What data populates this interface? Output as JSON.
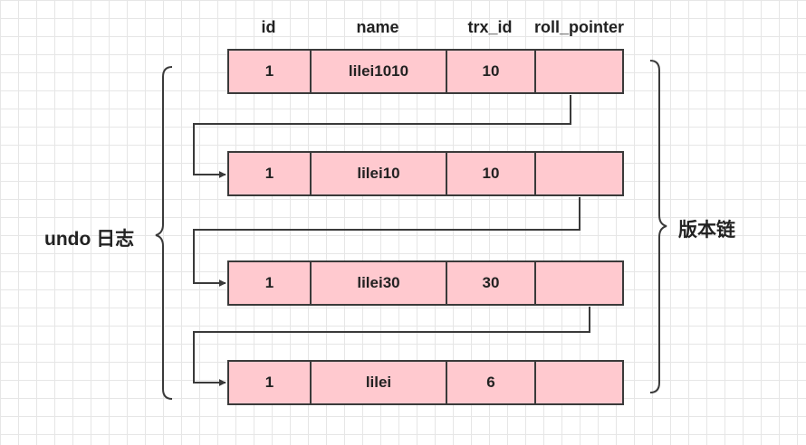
{
  "columns": [
    "id",
    "name",
    "trx_id",
    "roll_pointer"
  ],
  "rows": [
    {
      "id": "1",
      "name": "lilei1010",
      "trx_id": "10",
      "roll_pointer": ""
    },
    {
      "id": "1",
      "name": "lilei10",
      "trx_id": "10",
      "roll_pointer": ""
    },
    {
      "id": "1",
      "name": "lilei30",
      "trx_id": "30",
      "roll_pointer": ""
    },
    {
      "id": "1",
      "name": "lilei",
      "trx_id": "6",
      "roll_pointer": ""
    }
  ],
  "left_label": "undo 日志",
  "right_label": "版本链",
  "colors": {
    "row_fill": "#ffc9cf",
    "stroke": "#3a3a3a",
    "grid": "#e6e6e6"
  }
}
